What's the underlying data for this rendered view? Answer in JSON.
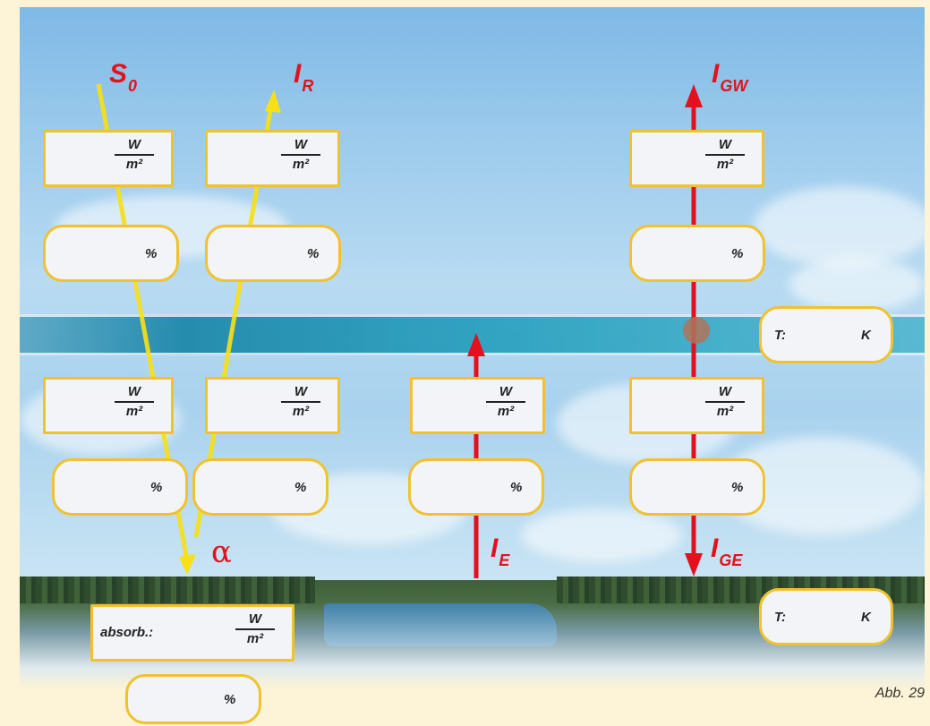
{
  "symbols": {
    "s0": {
      "main": "S",
      "sub": "0"
    },
    "ir": {
      "main": "I",
      "sub": "R"
    },
    "igw": {
      "main": "I",
      "sub": "GW"
    },
    "ie": {
      "main": "I",
      "sub": "E"
    },
    "ige": {
      "main": "I",
      "sub": "GE"
    },
    "alpha": "α"
  },
  "units": {
    "flux_num": "W",
    "flux_den": "m²",
    "percent": "%",
    "temp_label": "T:",
    "temp_unit": "K",
    "absorbed_label": "absorb.:"
  },
  "caption": "Abb. 29",
  "colors": {
    "shortwave_arrow": "#f7e017",
    "longwave_arrow": "#e3111e",
    "field_border": "#f0c230",
    "page_background": "#fdf3d6"
  }
}
